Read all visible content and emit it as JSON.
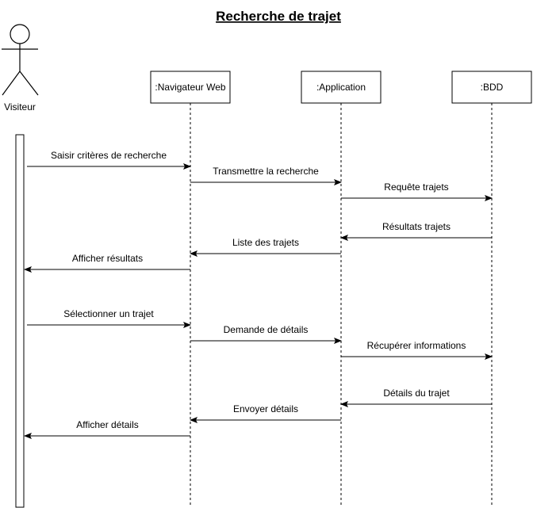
{
  "title": "Recherche de trajet",
  "actor": {
    "name": "Visiteur"
  },
  "participants": [
    {
      "id": "nav",
      "label": ":Navigateur Web"
    },
    {
      "id": "app",
      "label": ":Application"
    },
    {
      "id": "bdd",
      "label": ":BDD"
    }
  ],
  "messages": [
    {
      "from": "actor",
      "to": "nav",
      "label": "Saisir critères de recherche"
    },
    {
      "from": "nav",
      "to": "app",
      "label": "Transmettre la recherche"
    },
    {
      "from": "app",
      "to": "bdd",
      "label": "Requête trajets"
    },
    {
      "from": "bdd",
      "to": "app",
      "label": "Résultats trajets"
    },
    {
      "from": "app",
      "to": "nav",
      "label": "Liste des trajets"
    },
    {
      "from": "nav",
      "to": "actor",
      "label": "Afficher résultats"
    },
    {
      "from": "actor",
      "to": "nav",
      "label": "Sélectionner un trajet"
    },
    {
      "from": "nav",
      "to": "app",
      "label": "Demande de détails"
    },
    {
      "from": "app",
      "to": "bdd",
      "label": "Récupérer informations"
    },
    {
      "from": "bdd",
      "to": "app",
      "label": "Détails du trajet"
    },
    {
      "from": "app",
      "to": "nav",
      "label": "Envoyer détails"
    },
    {
      "from": "nav",
      "to": "actor",
      "label": "Afficher détails"
    }
  ]
}
